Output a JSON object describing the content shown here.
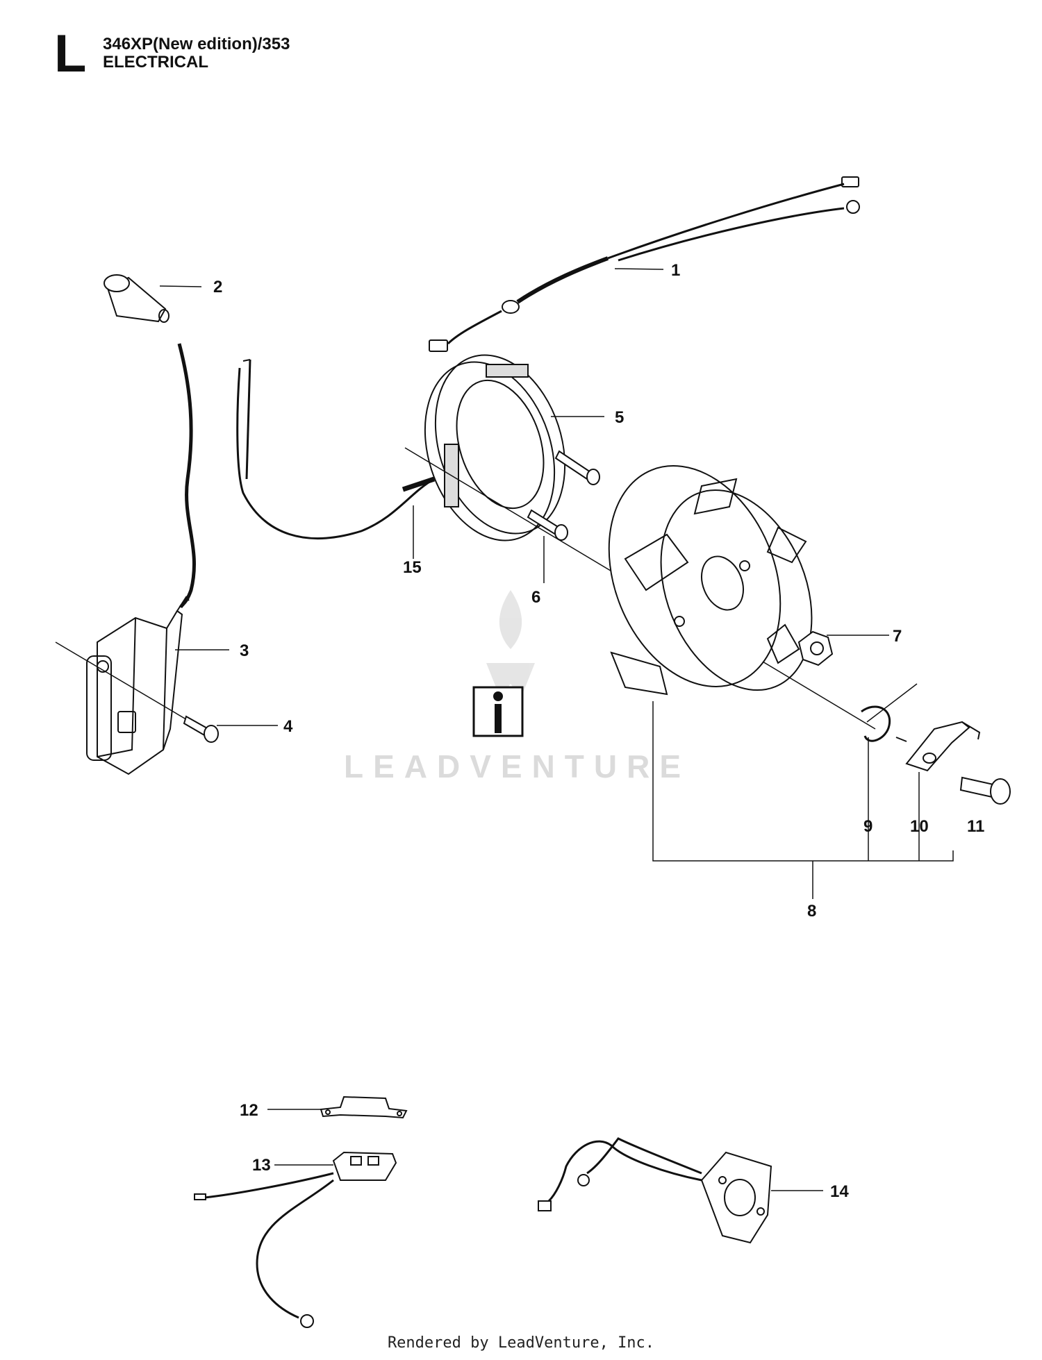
{
  "header": {
    "section_letter": "L",
    "model": "346XP(New edition)/353",
    "section_name": "ELECTRICAL"
  },
  "watermark": "LEADVENTURE",
  "info_icon": "info-wrench-icon",
  "callouts": [
    "1",
    "2",
    "3",
    "4",
    "5",
    "6",
    "7",
    "8",
    "9",
    "10",
    "11",
    "12",
    "13",
    "14",
    "15"
  ],
  "footer": "Rendered by LeadVenture, Inc."
}
